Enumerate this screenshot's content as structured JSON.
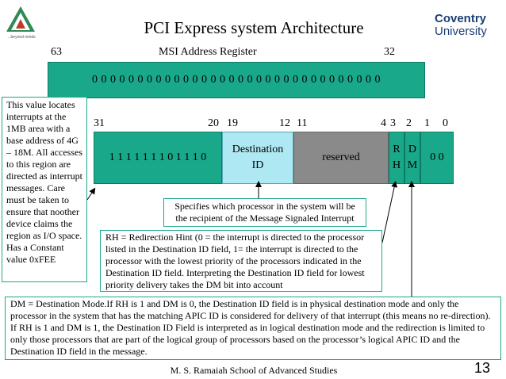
{
  "slide": {
    "title": "PCI Express system Architecture",
    "left_logo_caption": "...beyond minds",
    "right_logo": {
      "line1": "Coventry",
      "line2": "University"
    },
    "footer": "M. S. Ramaiah School of Advanced Studies",
    "page_number": "13"
  },
  "msi": {
    "label": "MSI Address Register",
    "bit_high": "63",
    "bit_low": "32",
    "value": "0 0 0 0 0 0 0 0 0 0 0 0 0 0 0 0 0 0 0 0 0 0 0 0 0 0 0 0 0 0 0 0"
  },
  "bits": {
    "b31": "31",
    "b20": "20",
    "b19": "19",
    "b12": "12",
    "b11": "11",
    "b4": "4",
    "b3": "3",
    "b2": "2",
    "b1": "1",
    "b0": "0"
  },
  "fields": {
    "ones": "1 1 1 1 1 1 1 0 1 1 1 0",
    "dest_line1": "Destination",
    "dest_line2": "ID",
    "reserved": "reserved",
    "rh_line1": "R",
    "rh_line2": "H",
    "dm_line1": "D",
    "dm_line2": "M",
    "zz": "0 0"
  },
  "notes": {
    "left": "This value locates interrupts at the 1MB area with a base address of 4G – 18M. All accesses to this region are directed as interrupt messages. Care must  be taken to ensure that noother device claims the region as I/O space. Has a Constant value 0xFEE",
    "dest": "Specifies which processor in the system will be the recipient of the Message Signaled Interrupt",
    "rh": "RH = Redirection Hint (0 = the interrupt is directed to the processor listed in the Destination ID field, 1= the interrupt is directed to the processor with the lowest priority of the processors indicated in the Destination ID field. Interpreting the Destination ID field for lowest priority delivery takes the DM bit into account",
    "dm": "DM = Destination Mode.If RH is 1 and DM is 0, the Destination ID field is in physical destination mode and only the processor in the system that has the matching APIC ID is considered for delivery of that interrupt (this means no re-direction). If RH is 1 and DM is 1, the Destination ID Field is interpreted as in logical destination mode and the redirection is limited to only those processors that are part of the logical group of processors based on the processor’s logical APIC ID and the Destination ID field in the message."
  },
  "colors": {
    "field_green": "#1aa88a",
    "dest_field": "#aee8f2",
    "reserved_field": "#8a8a8a",
    "logo_blue": "#1a3f73"
  }
}
